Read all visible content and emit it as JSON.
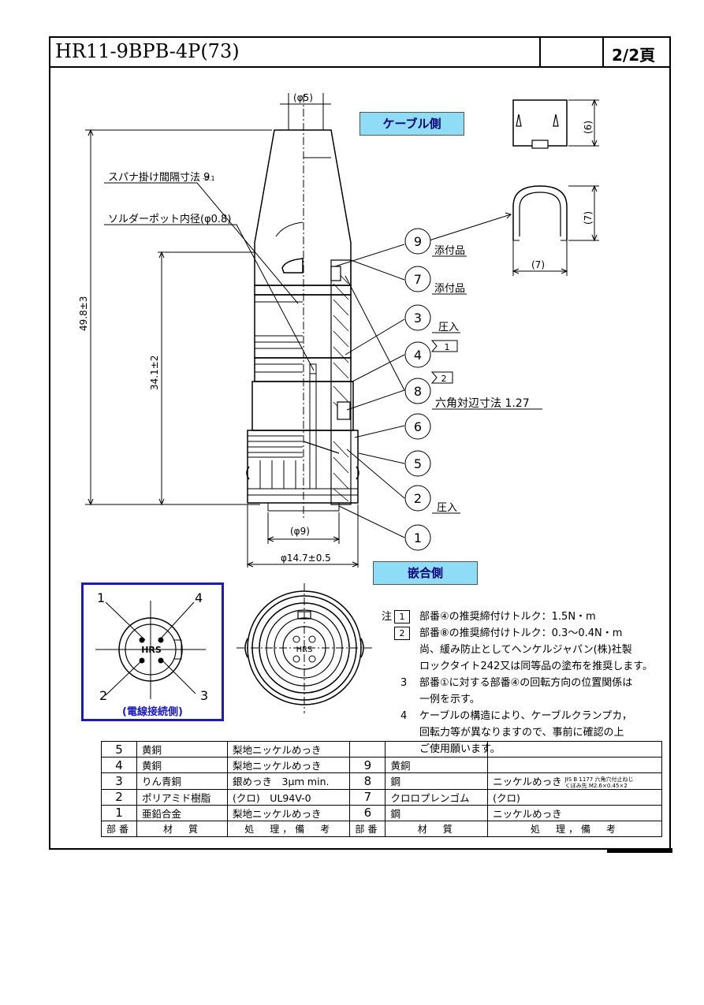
{
  "header": {
    "title": "HR11-9BPB-4P(73)",
    "page": "2/2頁"
  },
  "tags": {
    "cable_side": "ケーブル側",
    "mating_side": "嵌合側"
  },
  "dimensions": {
    "phi5": "(φ5)",
    "phi9": "(φ9)",
    "phi14": "φ14.7±0.5",
    "len_total": "49.8±3",
    "len_body": "34.1±2",
    "clip_h": "(6)",
    "clamp_h": "(7)",
    "clamp_w": "(7)"
  },
  "callouts": {
    "spanner": "スパナ掛け間隔寸法 9",
    "spanner_tol": "-0.1",
    "solder": "ソルダーポット内径(φ0.8)",
    "attached9": "添付品",
    "attached7": "添付品",
    "press3": "圧入",
    "press2": "圧入",
    "hex": "六角対辺寸法 1.27",
    "note_flag1": "1",
    "note_flag2": "2",
    "numbers": [
      "9",
      "7",
      "3",
      "4",
      "8",
      "6",
      "5",
      "2",
      "1"
    ]
  },
  "wiring": {
    "pins": [
      "1",
      "4",
      "2",
      "3"
    ],
    "logo": "HRS",
    "caption": "(電線接続側)"
  },
  "front_logo": "HRS",
  "notes": {
    "lead": "注",
    "n1_flag": "1",
    "n1": "部番④の推奨締付けトルク：1.5N・m",
    "n2_flag": "2",
    "n2": "部番⑧の推奨締付けトルク：0.3～0.4N・m",
    "n2b": "尚、緩み防止としてヘンケルジャパン(株)社製",
    "n2c": "ロックタイト242又は同等品の塗布を推奨します。",
    "n3_num": "3",
    "n3": "部番①に対する部番④の回転方向の位置関係は",
    "n3b": "一例を示す。",
    "n4_num": "4",
    "n4": "ケーブルの構造により、ケーブルクランプカ，",
    "n4b": "回転力等が異なりますので、事前に確認の上",
    "n4c": "ご使用願います。"
  },
  "parts_table": {
    "rows": [
      {
        "no": "5",
        "material": "黄銅",
        "finish": "梨地ニッケルめっき",
        "no2": "",
        "material2": "",
        "finish2": ""
      },
      {
        "no": "4",
        "material": "黄銅",
        "finish": "梨地ニッケルめっき",
        "no2": "9",
        "material2": "黄銅",
        "finish2": ""
      },
      {
        "no": "3",
        "material": "りん青銅",
        "finish": "銀めっき　3μｍ min.",
        "no2": "8",
        "material2": "鋼",
        "finish2": "ニッケルめっき",
        "finish2_note": "JIS B 1177 六角穴付止ねじ くぼみ先 M2.6×0.45×2"
      },
      {
        "no": "2",
        "material": "ポリアミド樹脂",
        "finish": "(クロ)　UL94V-0",
        "no2": "7",
        "material2": "クロロプレンゴム",
        "finish2": "(クロ)"
      },
      {
        "no": "1",
        "material": "亜鉛合金",
        "finish": "梨地ニッケルめっき",
        "no2": "6",
        "material2": "鋼",
        "finish2": "ニッケルめっき"
      }
    ],
    "head": {
      "no": "部番",
      "material": "材　質",
      "finish": "処　理，備　考",
      "no2": "部番",
      "material2": "材　質",
      "finish2": "処　理，備　考"
    }
  }
}
